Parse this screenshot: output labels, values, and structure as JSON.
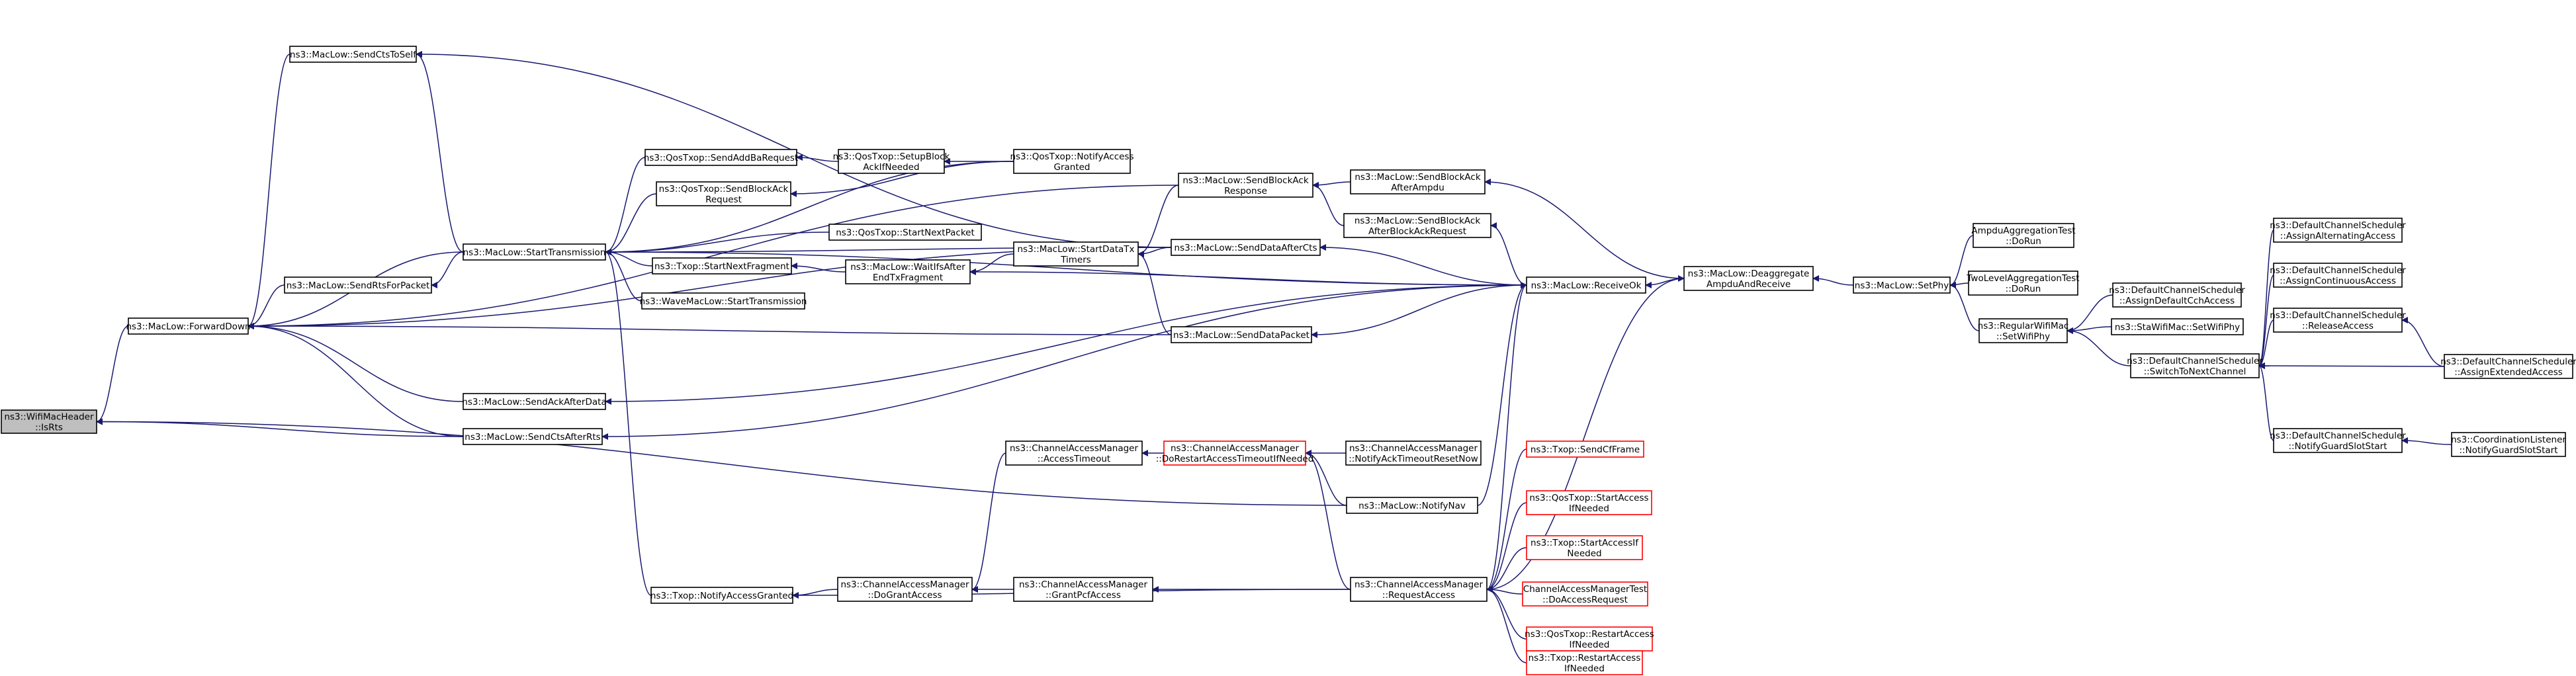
{
  "graph": {
    "nodes": [
      {
        "id": "root",
        "lines": [
          "ns3::WifiMacHeader",
          "::IsRts"
        ],
        "root": true
      },
      {
        "id": "fwd",
        "lines": [
          "ns3::MacLow::ForwardDown"
        ]
      },
      {
        "id": "ctsself",
        "lines": [
          "ns3::MacLow::SendCtsToSelf"
        ]
      },
      {
        "id": "rtspkt",
        "lines": [
          "ns3::MacLow::SendRtsForPacket"
        ]
      },
      {
        "id": "acka",
        "lines": [
          "ns3::MacLow::SendAckAfterData"
        ]
      },
      {
        "id": "ctsafter",
        "lines": [
          "ns3::MacLow::SendCtsAfterRts"
        ]
      },
      {
        "id": "starttx",
        "lines": [
          "ns3::MacLow::StartTransmission"
        ]
      },
      {
        "id": "addba",
        "lines": [
          "ns3::QosTxop::SendAddBaRequest"
        ]
      },
      {
        "id": "sendbar",
        "lines": [
          "ns3::QosTxop::SendBlockAck",
          "Request"
        ]
      },
      {
        "id": "nextfrag",
        "lines": [
          "ns3::Txop::StartNextFragment"
        ]
      },
      {
        "id": "wave",
        "lines": [
          "ns3::WaveMacLow::StartTransmission"
        ]
      },
      {
        "id": "txopnag",
        "lines": [
          "ns3::Txop::NotifyAccessGranted"
        ]
      },
      {
        "id": "setupba",
        "lines": [
          "ns3::QosTxop::SetupBlock",
          "AckIfNeeded"
        ]
      },
      {
        "id": "qnag",
        "lines": [
          "ns3::QosTxop::NotifyAccess",
          "Granted"
        ]
      },
      {
        "id": "qnextpkt",
        "lines": [
          "ns3::QosTxop::StartNextPacket"
        ]
      },
      {
        "id": "waitifs",
        "lines": [
          "ns3::MacLow::WaitIfsAfter",
          "EndTxFragment"
        ]
      },
      {
        "id": "startdtt",
        "lines": [
          "ns3::MacLow::StartDataTx",
          "Timers"
        ]
      },
      {
        "id": "sbar",
        "lines": [
          "ns3::MacLow::SendBlockAck",
          "Response"
        ]
      },
      {
        "id": "sdac",
        "lines": [
          "ns3::MacLow::SendDataAfterCts"
        ]
      },
      {
        "id": "sdpkt",
        "lines": [
          "ns3::MacLow::SendDataPacket"
        ]
      },
      {
        "id": "sbaampdu",
        "lines": [
          "ns3::MacLow::SendBlockAck",
          "AfterAmpdu"
        ]
      },
      {
        "id": "sbaabar",
        "lines": [
          "ns3::MacLow::SendBlockAck",
          "AfterBlockAckRequest"
        ]
      },
      {
        "id": "recvok",
        "lines": [
          "ns3::MacLow::ReceiveOk"
        ]
      },
      {
        "id": "deagg",
        "lines": [
          "ns3::MacLow::Deaggregate",
          "AmpduAndReceive"
        ]
      },
      {
        "id": "setphy",
        "lines": [
          "ns3::MacLow::SetPhy"
        ]
      },
      {
        "id": "ampdutest",
        "lines": [
          "AmpduAggregationTest",
          "::DoRun"
        ]
      },
      {
        "id": "twolevel",
        "lines": [
          "TwoLevelAggregationTest",
          "::DoRun"
        ]
      },
      {
        "id": "regwifi",
        "lines": [
          "ns3::RegularWifiMac",
          "::SetWifiPhy"
        ]
      },
      {
        "id": "dcsadca",
        "lines": [
          "ns3::DefaultChannelScheduler",
          "::AssignDefaultCchAccess"
        ]
      },
      {
        "id": "stawifi",
        "lines": [
          "ns3::StaWifiMac::SetWifiPhy"
        ]
      },
      {
        "id": "dcsswitch",
        "lines": [
          "ns3::DefaultChannelScheduler",
          "::SwitchToNextChannel"
        ]
      },
      {
        "id": "dcsalt",
        "lines": [
          "ns3::DefaultChannelScheduler",
          "::AssignAlternatingAccess"
        ]
      },
      {
        "id": "dcscont",
        "lines": [
          "ns3::DefaultChannelScheduler",
          "::AssignContinuousAccess"
        ]
      },
      {
        "id": "dcsrel",
        "lines": [
          "ns3::DefaultChannelScheduler",
          "::ReleaseAccess"
        ]
      },
      {
        "id": "dcsext",
        "lines": [
          "ns3::DefaultChannelScheduler",
          "::AssignExtendedAccess"
        ]
      },
      {
        "id": "dcsguard",
        "lines": [
          "ns3::DefaultChannelScheduler",
          "::NotifyGuardSlotStart"
        ]
      },
      {
        "id": "cllguard",
        "lines": [
          "ns3::CoordinationListener",
          "::NotifyGuardSlotStart"
        ]
      },
      {
        "id": "camto",
        "lines": [
          "ns3::ChannelAccessManager",
          "::AccessTimeout"
        ]
      },
      {
        "id": "camdr",
        "lines": [
          "ns3::ChannelAccessManager",
          "::DoRestartAccessTimeoutIfNeeded"
        ],
        "red": true
      },
      {
        "id": "camnat",
        "lines": [
          "ns3::ChannelAccessManager",
          "::NotifyAckTimeoutResetNow"
        ]
      },
      {
        "id": "notifynav",
        "lines": [
          "ns3::MacLow::NotifyNav"
        ]
      },
      {
        "id": "camdga",
        "lines": [
          "ns3::ChannelAccessManager",
          "::DoGrantAccess"
        ]
      },
      {
        "id": "camgpa",
        "lines": [
          "ns3::ChannelAccessManager",
          "::GrantPcfAccess"
        ]
      },
      {
        "id": "camra",
        "lines": [
          "ns3::ChannelAccessManager",
          "::RequestAccess"
        ]
      },
      {
        "id": "txopcf",
        "lines": [
          "ns3::Txop::SendCfFrame"
        ],
        "red": true
      },
      {
        "id": "qsa",
        "lines": [
          "ns3::QosTxop::StartAccess",
          "IfNeeded"
        ],
        "red": true
      },
      {
        "id": "tsa",
        "lines": [
          "ns3::Txop::StartAccessIf",
          "Needed"
        ],
        "red": true
      },
      {
        "id": "camtest",
        "lines": [
          "ChannelAccessManagerTest",
          "::DoAccessRequest"
        ],
        "red": true
      },
      {
        "id": "qra",
        "lines": [
          "ns3::QosTxop::RestartAccess",
          "IfNeeded"
        ],
        "red": true
      },
      {
        "id": "tra",
        "lines": [
          "ns3::Txop::RestartAccess",
          "IfNeeded"
        ],
        "red": true
      }
    ]
  }
}
